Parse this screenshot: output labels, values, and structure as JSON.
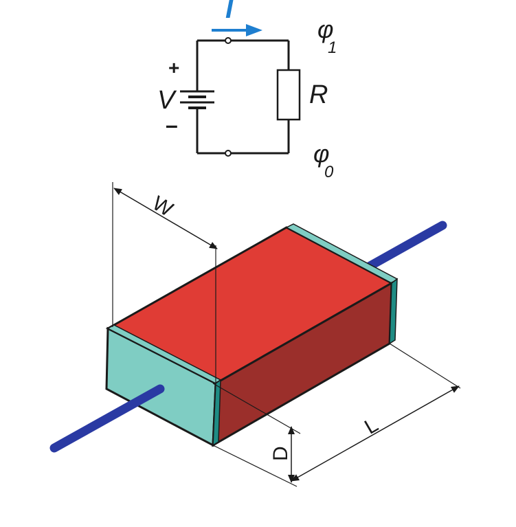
{
  "circuit": {
    "current_label": "I",
    "plus_label": "+",
    "minus_label": "–",
    "voltage_label": "V",
    "resistor_label": "R",
    "phi1_symbol": "φ",
    "phi1_sub": "1",
    "phi0_symbol": "φ",
    "phi0_sub": "0"
  },
  "resistor_block": {
    "width_label": "W",
    "length_label": "L",
    "depth_label": "D"
  },
  "colors": {
    "top_face": "#e03c35",
    "side_face": "#9b2f2b",
    "end_cap": "#7fcdc3",
    "end_cap_dark": "#1f8c84",
    "lead_wire": "#2a3aa3",
    "current_arrow": "#1e7fd0",
    "line": "#1a1a1a"
  }
}
